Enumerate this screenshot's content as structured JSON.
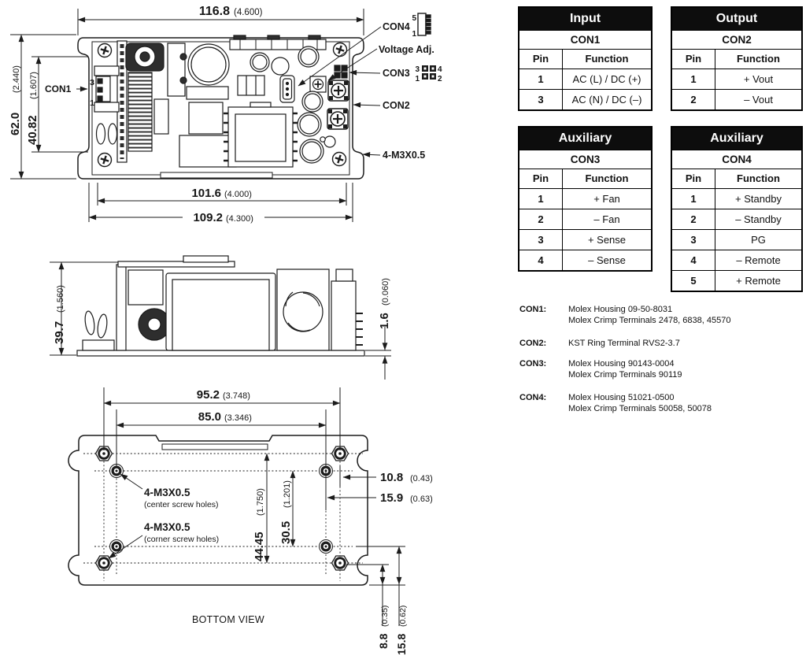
{
  "colors": {
    "ink": "#1b1b1b",
    "table_header_bg": "#0d0d0d",
    "table_header_fg": "#ffffff"
  },
  "tables": [
    {
      "title": "Input",
      "connector": "CON1",
      "col_pin": "Pin",
      "col_function": "Function",
      "rows": [
        [
          "1",
          "AC (L) / DC (+)"
        ],
        [
          "3",
          "AC (N) / DC (–)"
        ]
      ]
    },
    {
      "title": "Output",
      "connector": "CON2",
      "col_pin": "Pin",
      "col_function": "Function",
      "rows": [
        [
          "1",
          "+ Vout"
        ],
        [
          "2",
          "– Vout"
        ]
      ]
    },
    {
      "title": "Auxiliary",
      "connector": "CON3",
      "col_pin": "Pin",
      "col_function": "Function",
      "rows": [
        [
          "1",
          "+ Fan"
        ],
        [
          "2",
          "– Fan"
        ],
        [
          "3",
          "+ Sense"
        ],
        [
          "4",
          "– Sense"
        ]
      ]
    },
    {
      "title": "Auxiliary",
      "connector": "CON4",
      "col_pin": "Pin",
      "col_function": "Function",
      "rows": [
        [
          "1",
          "+ Standby"
        ],
        [
          "2",
          "– Standby"
        ],
        [
          "3",
          "PG"
        ],
        [
          "4",
          "– Remote"
        ],
        [
          "5",
          "+ Remote"
        ]
      ]
    }
  ],
  "connector_notes": [
    {
      "label": "CON1:",
      "line1": "Molex Housing 09-50-8031",
      "line2": "Molex Crimp Terminals 2478, 6838, 45570"
    },
    {
      "label": "CON2:",
      "line1": "KST Ring Terminal RVS2-3.7",
      "line2": ""
    },
    {
      "label": "CON3:",
      "line1": "Molex Housing 90143-0004",
      "line2": "Molex Crimp Terminals 90119"
    },
    {
      "label": "CON4:",
      "line1": "Molex Housing 51021-0500",
      "line2": "Molex Crimp Terminals 50058, 50078"
    }
  ],
  "top_view": {
    "dim_width": {
      "mm": "116.8",
      "in": "(4.600)"
    },
    "dim_height_outer": {
      "mm": "62.0",
      "in": "(2.440)"
    },
    "dim_height_inner": {
      "mm": "40.82",
      "in": "(1.607)"
    },
    "dim_bottom_inner": {
      "mm": "101.6",
      "in": "(4.000)"
    },
    "dim_bottom_outer": {
      "mm": "109.2",
      "in": "(4.300)"
    },
    "labels": {
      "con1": "CON1",
      "con1_pin3": "3",
      "con1_pin1": "1",
      "con4": "CON4",
      "con4_pin5": "5",
      "con4_pin1": "1",
      "voltage_adj": "Voltage Adj.",
      "con3": "CON3",
      "con3_pin3": "3",
      "con3_pin4": "4",
      "con3_pin1": "1",
      "con3_pin2": "2",
      "con2": "CON2",
      "screws": "4-M3X0.5"
    }
  },
  "side_view": {
    "dim_height": {
      "mm": "39.7",
      "in": "(1.560)"
    },
    "dim_base_thickness": {
      "mm": "1.6",
      "in": "(0.060)"
    }
  },
  "bottom_view": {
    "dim_outer_width": {
      "mm": "95.2",
      "in": "(3.748)"
    },
    "dim_inner_width": {
      "mm": "85.0",
      "in": "(3.346)"
    },
    "dim_outer_height": {
      "mm": "44.45",
      "in": "(1.750)"
    },
    "dim_inner_height": {
      "mm": "30.5",
      "in": "(1.201)"
    },
    "dim_edge_to_corner": {
      "mm": "10.8",
      "in": "(0.43)"
    },
    "dim_edge_to_center": {
      "mm": "15.9",
      "in": "(0.63)"
    },
    "dim_bottom_to_corner": {
      "mm": "8.8",
      "in": "(0.35)"
    },
    "dim_bottom_to_center": {
      "mm": "15.8",
      "in": "(0.62)"
    },
    "center_screw_label": "4-M3X0.5",
    "center_screw_sub": "(center screw holes)",
    "corner_screw_label": "4-M3X0.5",
    "corner_screw_sub": "(corner screw holes)",
    "caption": "BOTTOM VIEW"
  }
}
